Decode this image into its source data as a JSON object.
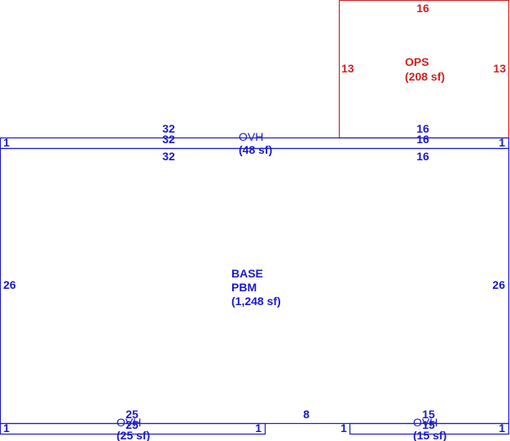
{
  "colors": {
    "blue": "#1a1acc",
    "red": "#d42020"
  },
  "ops": {
    "name": "OPS",
    "area": "(208 sf)",
    "dim_top": "16",
    "dim_left": "13",
    "dim_right": "13"
  },
  "ovh_top": {
    "name": "OVH",
    "area": "(48 sf)",
    "dim_top_left": "32",
    "dim_top_right": "16",
    "dim_mid_left": "32",
    "dim_mid_right": "16",
    "dim_left": "1",
    "dim_right": "1"
  },
  "base": {
    "name": "BASE",
    "subname": "PBM",
    "area": "(1,248 sf)",
    "dim_top_left": "32",
    "dim_top_right": "16",
    "dim_left": "26",
    "dim_right": "26",
    "dim_bottom_gap": "8"
  },
  "ovh_bottom_left": {
    "name": "OVH",
    "area": "(25 sf)",
    "dim_top": "25",
    "dim_bottom": "25",
    "dim_left": "1",
    "dim_right": "1"
  },
  "ovh_bottom_right": {
    "name": "OVH",
    "area": "(15 sf)",
    "dim_top": "15",
    "dim_bottom": "15",
    "dim_left": "1",
    "dim_right": "1"
  }
}
